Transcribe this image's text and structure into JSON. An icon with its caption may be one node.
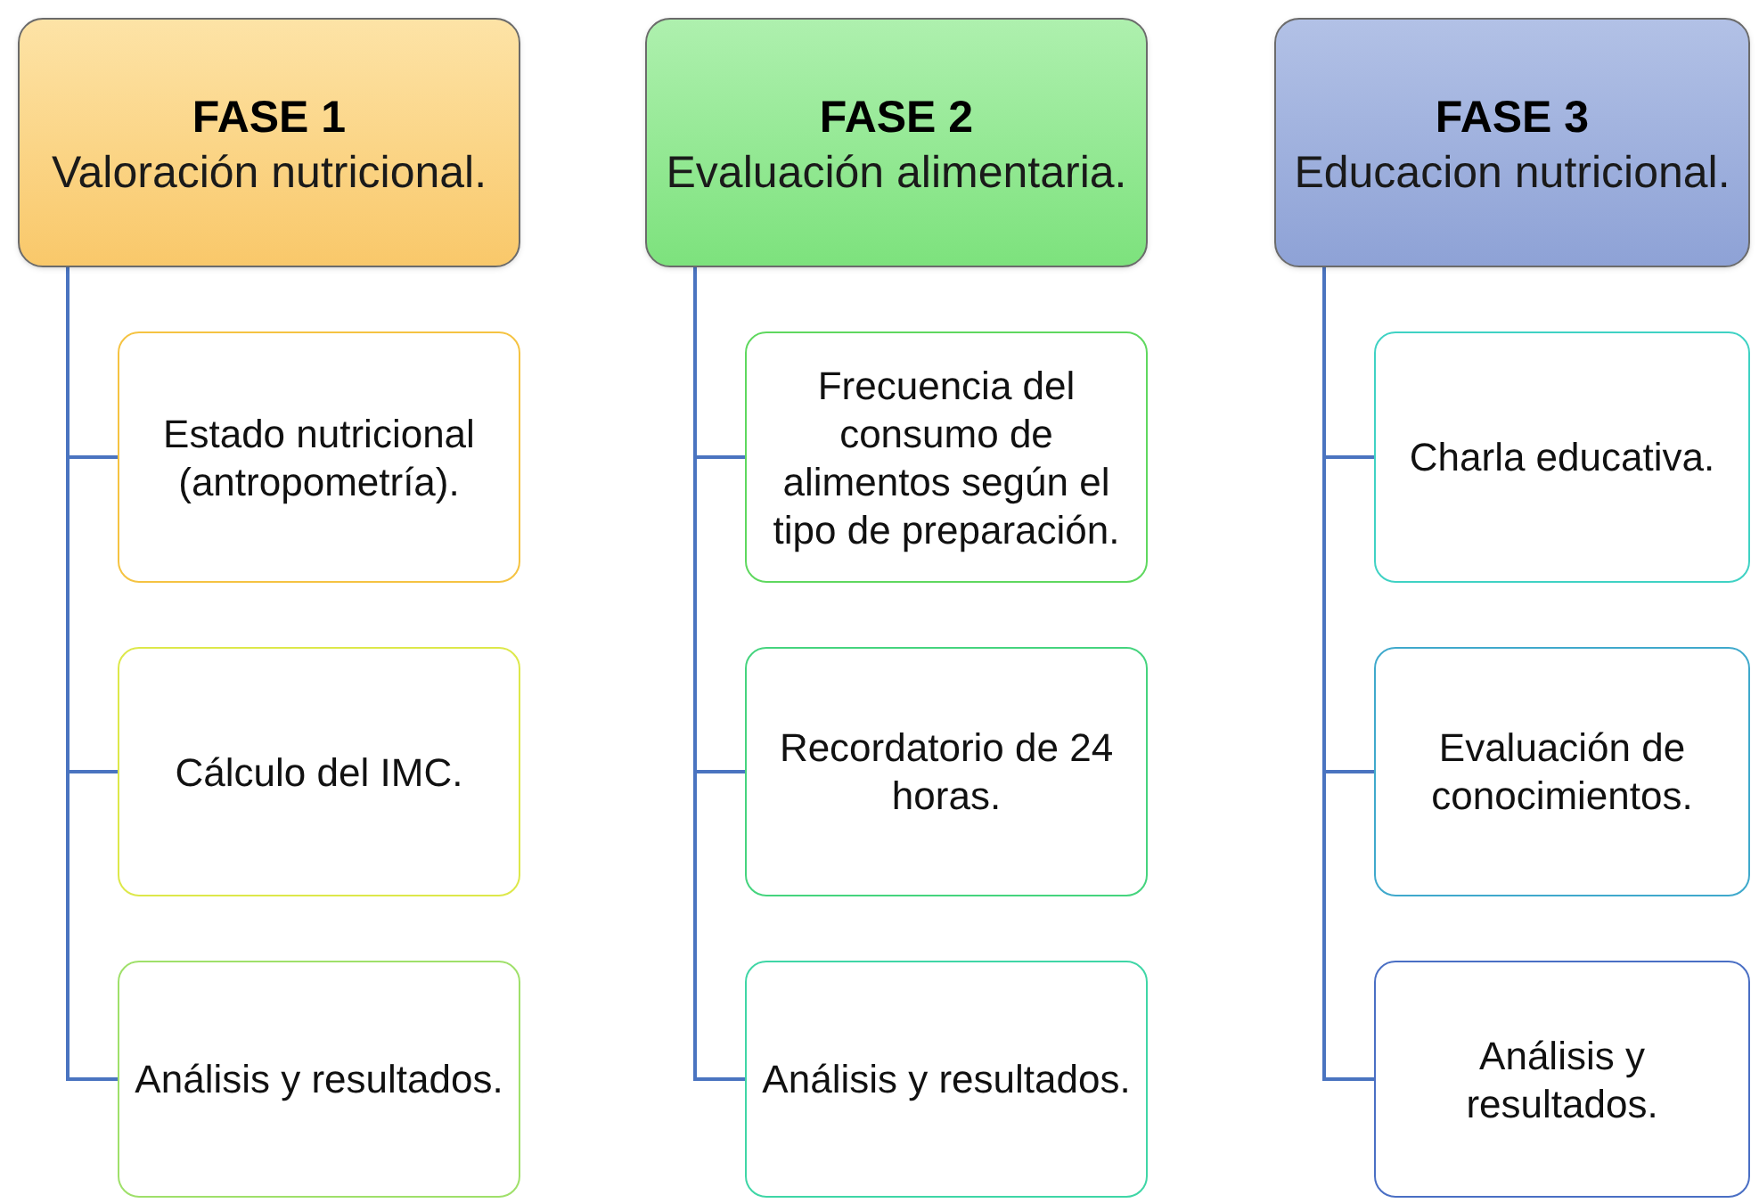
{
  "diagram": {
    "nodes": [
      {
        "text": [
          "FASE 1",
          "Valoración nutricional."
        ]
      },
      {
        "text": [
          "Estado nutricional (antropometría)."
        ]
      },
      {
        "text": [
          "Cálculo del IMC."
        ]
      },
      {
        "text": [
          "Análisis y resultados."
        ]
      },
      {
        "text": [
          "FASE 2",
          "Evaluación alimentaria."
        ]
      },
      {
        "text": [
          "Frecuencia del consumo de alimentos según el tipo de preparación."
        ]
      },
      {
        "text": [
          "Recordatorio de 24 horas."
        ]
      },
      {
        "text": [
          "Análisis y resultados."
        ]
      },
      {
        "text": [
          "FASE 3",
          "Educacion nutricional."
        ]
      },
      {
        "text": [
          "Charla educativa."
        ]
      },
      {
        "text": [
          "Evaluación de conocimientos."
        ]
      },
      {
        "text": [
          "Análisis y resultados."
        ]
      }
    ],
    "edges": [
      {
        "from": 0,
        "to": 1,
        "arrow": "none"
      },
      {
        "from": 0,
        "to": 2,
        "arrow": "none"
      },
      {
        "from": 0,
        "to": 3,
        "arrow": "none"
      },
      {
        "from": 4,
        "to": 5,
        "arrow": "none"
      },
      {
        "from": 4,
        "to": 6,
        "arrow": "none"
      },
      {
        "from": 4,
        "to": 7,
        "arrow": "none"
      },
      {
        "from": 8,
        "to": 9,
        "arrow": "none"
      },
      {
        "from": 8,
        "to": 10,
        "arrow": "none"
      },
      {
        "from": 8,
        "to": 11,
        "arrow": "none"
      }
    ]
  }
}
